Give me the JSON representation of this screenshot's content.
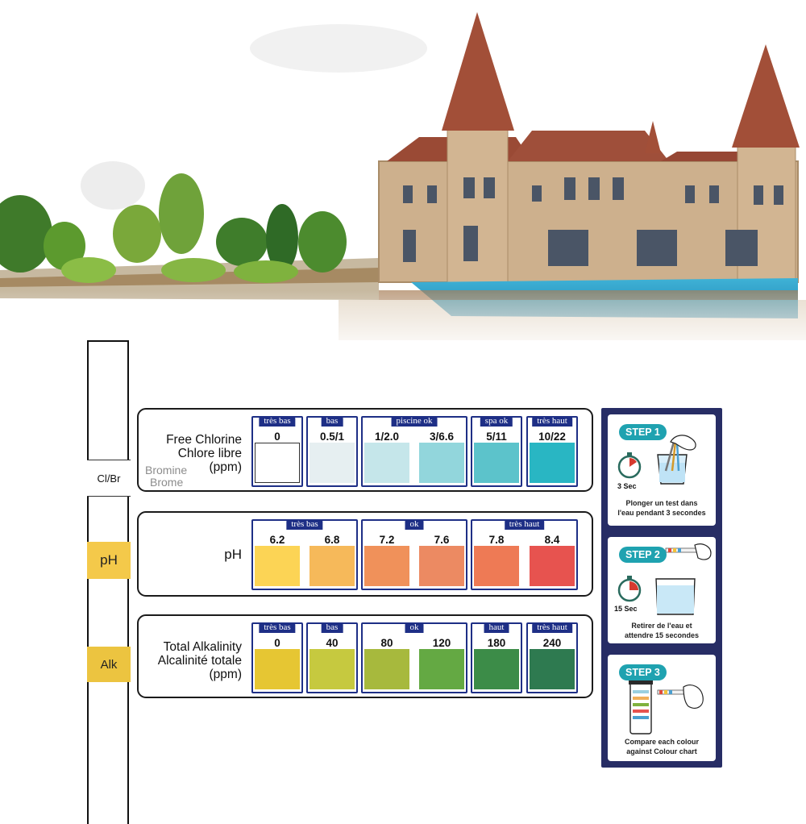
{
  "strip": {
    "pad_cl": "Cl/Br",
    "pad_ph": "pH",
    "pad_alk": "Alk"
  },
  "chlorine": {
    "title_1": "Free Chlorine",
    "title_2": "Chlore libre",
    "unit": "(ppm)",
    "bromine_1": "Bromine",
    "bromine_2": "Brome",
    "groups": [
      "très bas",
      "bas",
      "piscine ok",
      "spa ok",
      "très haut"
    ],
    "values": [
      "0",
      "0.5/1",
      "1/2.0",
      "3/6.6",
      "5/11",
      "10/22"
    ],
    "colors": [
      "#ffffff",
      "#e6eff1",
      "#c5e6ea",
      "#92d6dc",
      "#5cc3cb",
      "#29b6c3"
    ]
  },
  "ph": {
    "title": "pH",
    "groups": [
      "très bas",
      "ok",
      "très haut"
    ],
    "values": [
      "6.2",
      "6.8",
      "7.2",
      "7.6",
      "7.8",
      "8.4"
    ],
    "colors": [
      "#fcd455",
      "#f6b95a",
      "#f0915a",
      "#ec8a62",
      "#ee7a55",
      "#e7534f"
    ]
  },
  "alkalinity": {
    "title_1": "Total Alkalinity",
    "title_2": "Alcalinité totale",
    "unit": "(ppm)",
    "groups": [
      "très bas",
      "bas",
      "ok",
      "haut",
      "très haut"
    ],
    "values": [
      "0",
      "40",
      "80",
      "120",
      "180",
      "240"
    ],
    "colors": [
      "#e6c633",
      "#c6c93f",
      "#a7b93d",
      "#64a943",
      "#3c8c48",
      "#2e7a50"
    ]
  },
  "steps": [
    {
      "badge": "STEP 1",
      "time": "3 Sec",
      "line_1": "Plonger un test dans",
      "line_2": "l'eau pendant 3 secondes"
    },
    {
      "badge": "STEP 2",
      "time": "15 Sec",
      "line_1": "Retirer de l'eau et",
      "line_2": "attendre 15 secondes"
    },
    {
      "badge": "STEP 3",
      "line_1": "Compare each colour",
      "line_2": "against Colour chart"
    }
  ]
}
